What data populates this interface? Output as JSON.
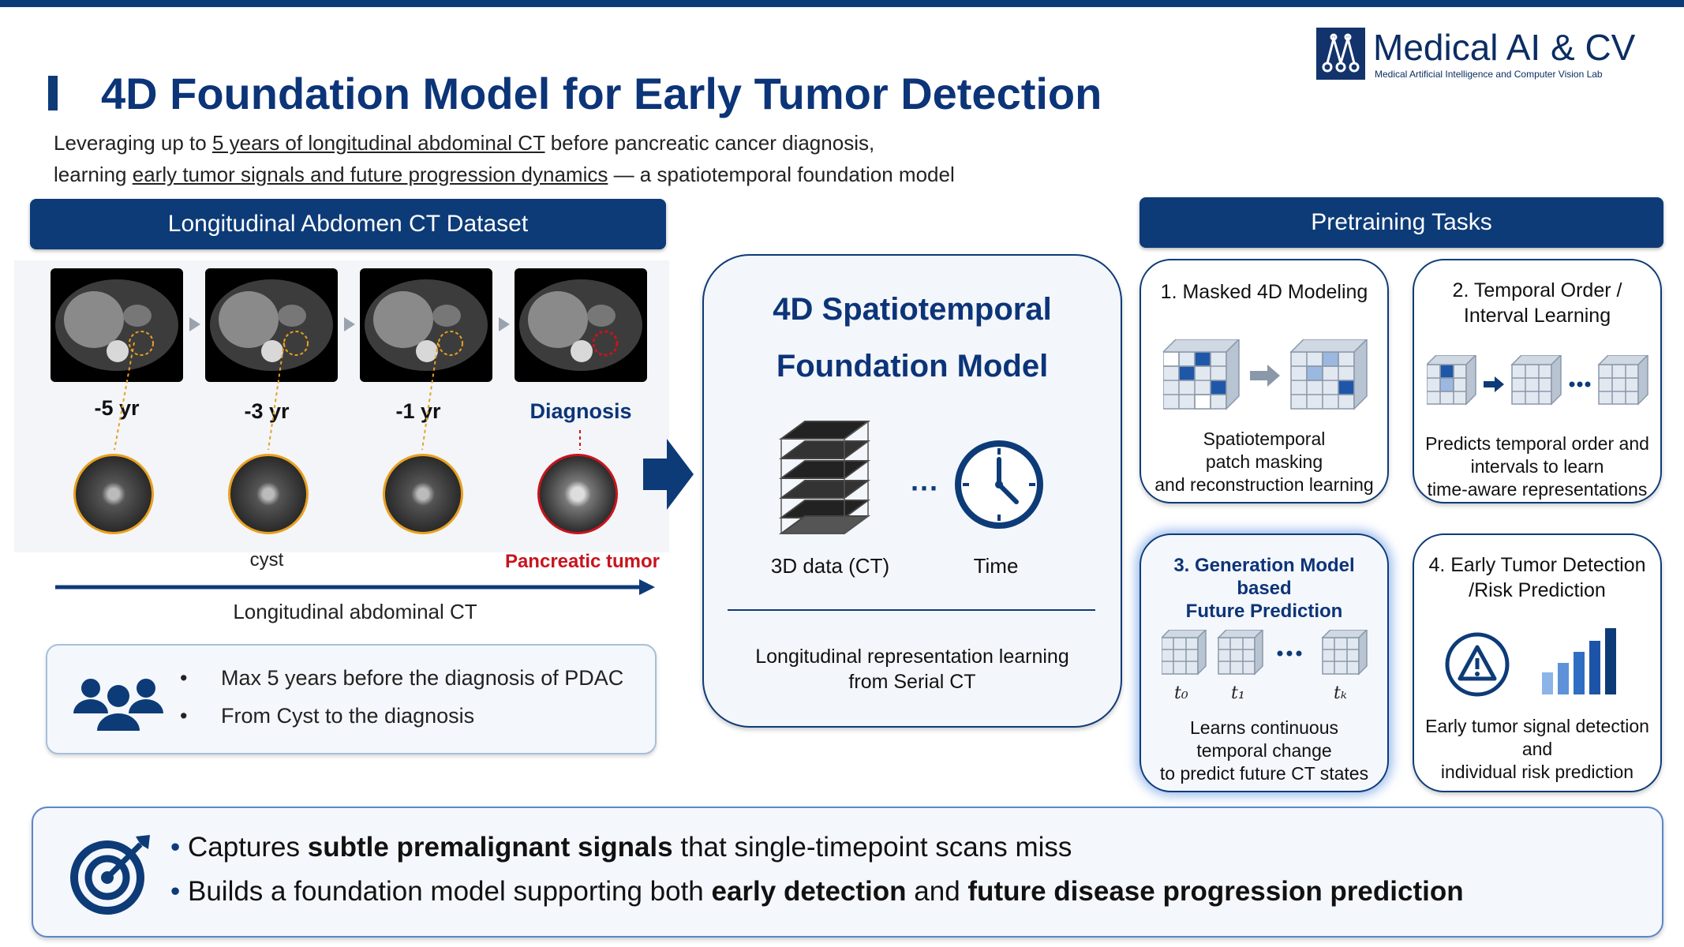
{
  "header": {
    "title": "4D Foundation Model for Early Tumor Detection",
    "logo_main": "Medical AI & CV",
    "logo_sub": "Medical Artificial Intelligence and Computer Vision Lab"
  },
  "subtitle": {
    "line1_pre": "Leveraging up to ",
    "line1_u": "5 years of longitudinal abdominal CT",
    "line1_post": " before pancreatic cancer diagnosis,",
    "line2_pre": "learning ",
    "line2_u": "early tumor signals and future progression dynamics",
    "line2_post": " — a spatiotemporal foundation model"
  },
  "dataset": {
    "header": "Longitudinal Abdomen CT Dataset",
    "timepoints": [
      "-5 yr",
      "-3 yr",
      "-1 yr",
      "Diagnosis"
    ],
    "crop_labels": [
      "cyst",
      "Pancreatic tumor"
    ],
    "axis_label": "Longitudinal abdominal CT",
    "bullets": [
      "Max 5 years before the diagnosis of PDAC",
      "From Cyst to the diagnosis"
    ]
  },
  "model": {
    "title_line1": "4D Spatiotemporal",
    "title_line2": "Foundation Model",
    "data_label": "3D data (CT)",
    "dots": "···",
    "time_label": "Time",
    "desc_line1": "Longitudinal representation learning",
    "desc_line2": "from Serial CT"
  },
  "pretraining": {
    "header": "Pretraining Tasks",
    "task1": {
      "title": "1. Masked 4D Modeling",
      "body": [
        "Spatiotemporal",
        "patch masking",
        "and reconstruction learning"
      ]
    },
    "task2": {
      "title": [
        "2. Temporal Order /",
        "Interval Learning"
      ],
      "body": [
        "Predicts temporal order and",
        "intervals to learn",
        "time-aware representations"
      ]
    },
    "task3": {
      "title": [
        "3. Generation Model",
        "based",
        "Future Prediction"
      ],
      "t_labels": [
        "t₀",
        "t₁",
        "tₖ"
      ],
      "body": [
        "Learns continuous",
        "temporal change",
        "to predict future CT states"
      ]
    },
    "task4": {
      "title": [
        "4. Early Tumor Detection",
        "/Risk Prediction"
      ],
      "body": [
        "Early tumor signal detection",
        "and",
        "individual risk prediction"
      ]
    }
  },
  "bottom": {
    "line1_pre": "Captures ",
    "line1_bold": "subtle premalignant signals",
    "line1_post": " that single-timepoint scans miss",
    "line2_pre": "Builds a foundation model supporting both ",
    "line2_bold1": "early detection",
    "line2_mid": " and ",
    "line2_bold2": "future disease progression prediction"
  },
  "colors": {
    "navy": "#0d3b78",
    "tumor_red": "#c8141e",
    "orange": "#e8a020"
  }
}
